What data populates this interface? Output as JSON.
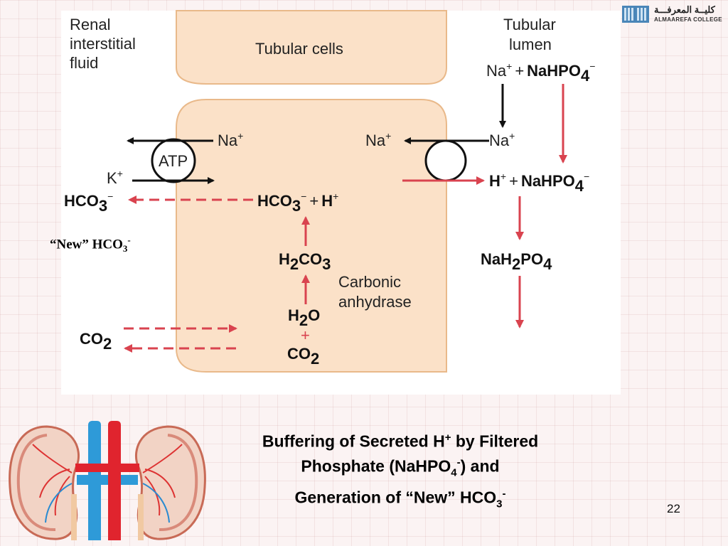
{
  "logo": {
    "arabic": "كليــة المعرفـــة",
    "english": "ALMAAREFA COLLEGE"
  },
  "diagram": {
    "renal_interstitial_fluid": [
      "Renal",
      "interstitial",
      "fluid"
    ],
    "tubular_cells": "Tubular cells",
    "tubular_lumen": [
      "Tubular",
      "lumen"
    ],
    "atp": "ATP",
    "na": "Na",
    "k": "K",
    "h": "H",
    "plus_sup": "+",
    "minus_sup": "−",
    "hco3": "HCO",
    "co2": "CO",
    "h2co3_h": "H",
    "h2co3_co": "CO",
    "h2o_h": "H",
    "h2o_o": "O",
    "carbonic_anhydrase": [
      "Carbonic",
      "anhydrase"
    ],
    "nahpo4": "NaHPO",
    "nah2po4_a": "NaH",
    "nah2po4_b": "PO",
    "sub2": "2",
    "sub3": "3",
    "sub4": "4",
    "plus": "+"
  },
  "new_hco3_label": {
    "prefix": "“New”  HCO",
    "sub": "3",
    "sup": "-"
  },
  "title": {
    "line1_a": "Buffering of Secreted H",
    "line1_sup": "+",
    "line1_b": " by Filtered",
    "line2_a": "Phosphate (NaHPO",
    "line2_sub": "4",
    "line2_sup": "-",
    "line2_b": ") and",
    "line3_a": "Generation of “New”  HCO",
    "line3_sub": "3",
    "line3_sup": "-"
  },
  "page_number": "22",
  "colors": {
    "cell_fill": "#fbe1c8",
    "cell_stroke": "#e9b98a",
    "red_arrow": "#d9434f",
    "black_arrow": "#111111"
  }
}
